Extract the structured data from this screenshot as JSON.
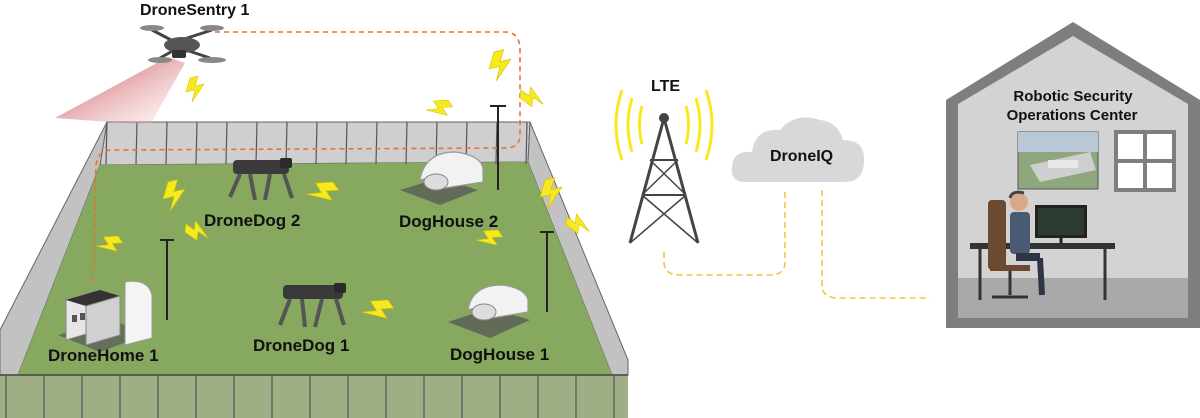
{
  "labels": {
    "drone_sentry": "DroneSentry 1",
    "drone_dog_2": "DroneDog 2",
    "dog_house_2": "DogHouse 2",
    "drone_home_1": "DroneHome 1",
    "drone_dog_1": "DroneDog 1",
    "dog_house_1": "DogHouse 1",
    "lte": "LTE",
    "drone_iq": "DroneIQ",
    "rsoc_line1": "Robotic Security",
    "rsoc_line2": "Operations Center"
  },
  "colors": {
    "grass": "#86a85f",
    "fence": "#c9c9c9",
    "signal": "#f6ea1f",
    "drone_link": "#e8732c",
    "network_link": "#f5c242",
    "building": "#7d7e80",
    "building_inner": "#d3d3d3",
    "cloud": "#d8d8d8"
  }
}
